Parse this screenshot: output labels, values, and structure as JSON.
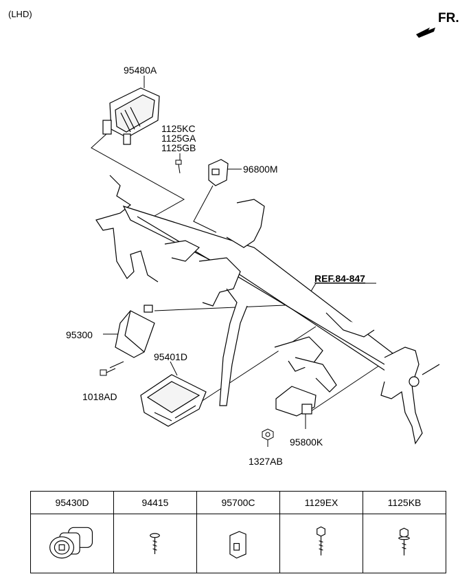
{
  "header": {
    "variant": "(LHD)",
    "direction": "FR."
  },
  "callouts": {
    "p95480A": "95480A",
    "p1125KC": "1125KC",
    "p1125GA": "1125GA",
    "p1125GB": "1125GB",
    "p96800M": "96800M",
    "ref": "REF.84-847",
    "p95300": "95300",
    "p95401D": "95401D",
    "p1018AD": "1018AD",
    "p95800K": "95800K",
    "p1327AB": "1327AB"
  },
  "table": {
    "columns": [
      "95430D",
      "94415",
      "95700C",
      "1129EX",
      "1125KB"
    ]
  }
}
